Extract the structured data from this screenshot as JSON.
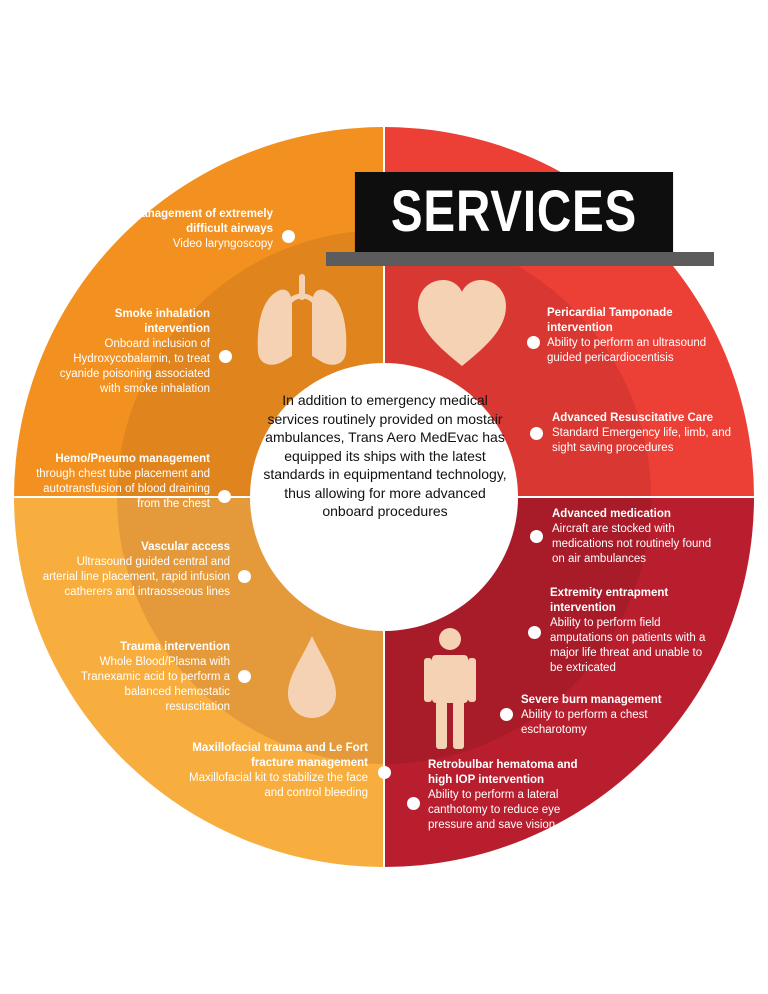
{
  "banner": {
    "title": "SERVICES"
  },
  "center_text": "In addition to emergency medical services routinely provided on mostair ambulances, Trans Aero MedEvac has equipped its ships with the latest standards in equipmentand technology, thus allowing for more advanced onboard procedures",
  "colors": {
    "orange_top": "#f39120",
    "orange_bottom": "#f8ae3e",
    "red_top": "#ec4037",
    "red_bottom": "#b91e2e",
    "white": "#ffffff",
    "banner": "#0e0e0e"
  },
  "icons": [
    "lungs-icon",
    "heart-icon",
    "person-icon",
    "drop-icon"
  ],
  "services": [
    {
      "title": "Management of extremely difficult airways",
      "desc": "Video laryngoscopy"
    },
    {
      "title": "Smoke inhalation intervention",
      "desc": "Onboard inclusion of Hydroxycobalamin, to treat cyanide poisoning associated with smoke inhalation"
    },
    {
      "title": "Hemo/Pneumo management",
      "desc": "through chest tube placement and autotransfusion of blood draining from the chest"
    },
    {
      "title": "Vascular access",
      "desc": "Ultrasound guided central and arterial line placement, rapid infusion catherers and intraosseous lines"
    },
    {
      "title": "Trauma intervention",
      "desc": "Whole Blood/Plasma with Tranexamic acid to perform a balanced hemostatic resuscitation"
    },
    {
      "title": "Maxillofacial trauma and Le Fort fracture management",
      "desc": "Maxillofacial kit to stabilize the face and control bleeding"
    },
    {
      "title": "Pericardial Tamponade intervention",
      "desc": "Ability to perform an ultrasound guided pericardiocentisis"
    },
    {
      "title": "Advanced Resuscitative Care",
      "desc": "Standard Emergency life, limb, and sight saving procedures"
    },
    {
      "title": "Advanced medication",
      "desc": "Aircraft are stocked with medications not routinely found on air ambulances"
    },
    {
      "title": "Extremity entrapment intervention",
      "desc": "Ability to perform field amputations on patients with a major life threat and unable to be extricated"
    },
    {
      "title": "Severe burn management",
      "desc": "Ability to perform a chest escharotomy"
    },
    {
      "title": "Retrobulbar hematoma and high IOP intervention",
      "desc": "Ability to perform a lateral canthotomy to reduce eye pressure and save vision"
    }
  ]
}
